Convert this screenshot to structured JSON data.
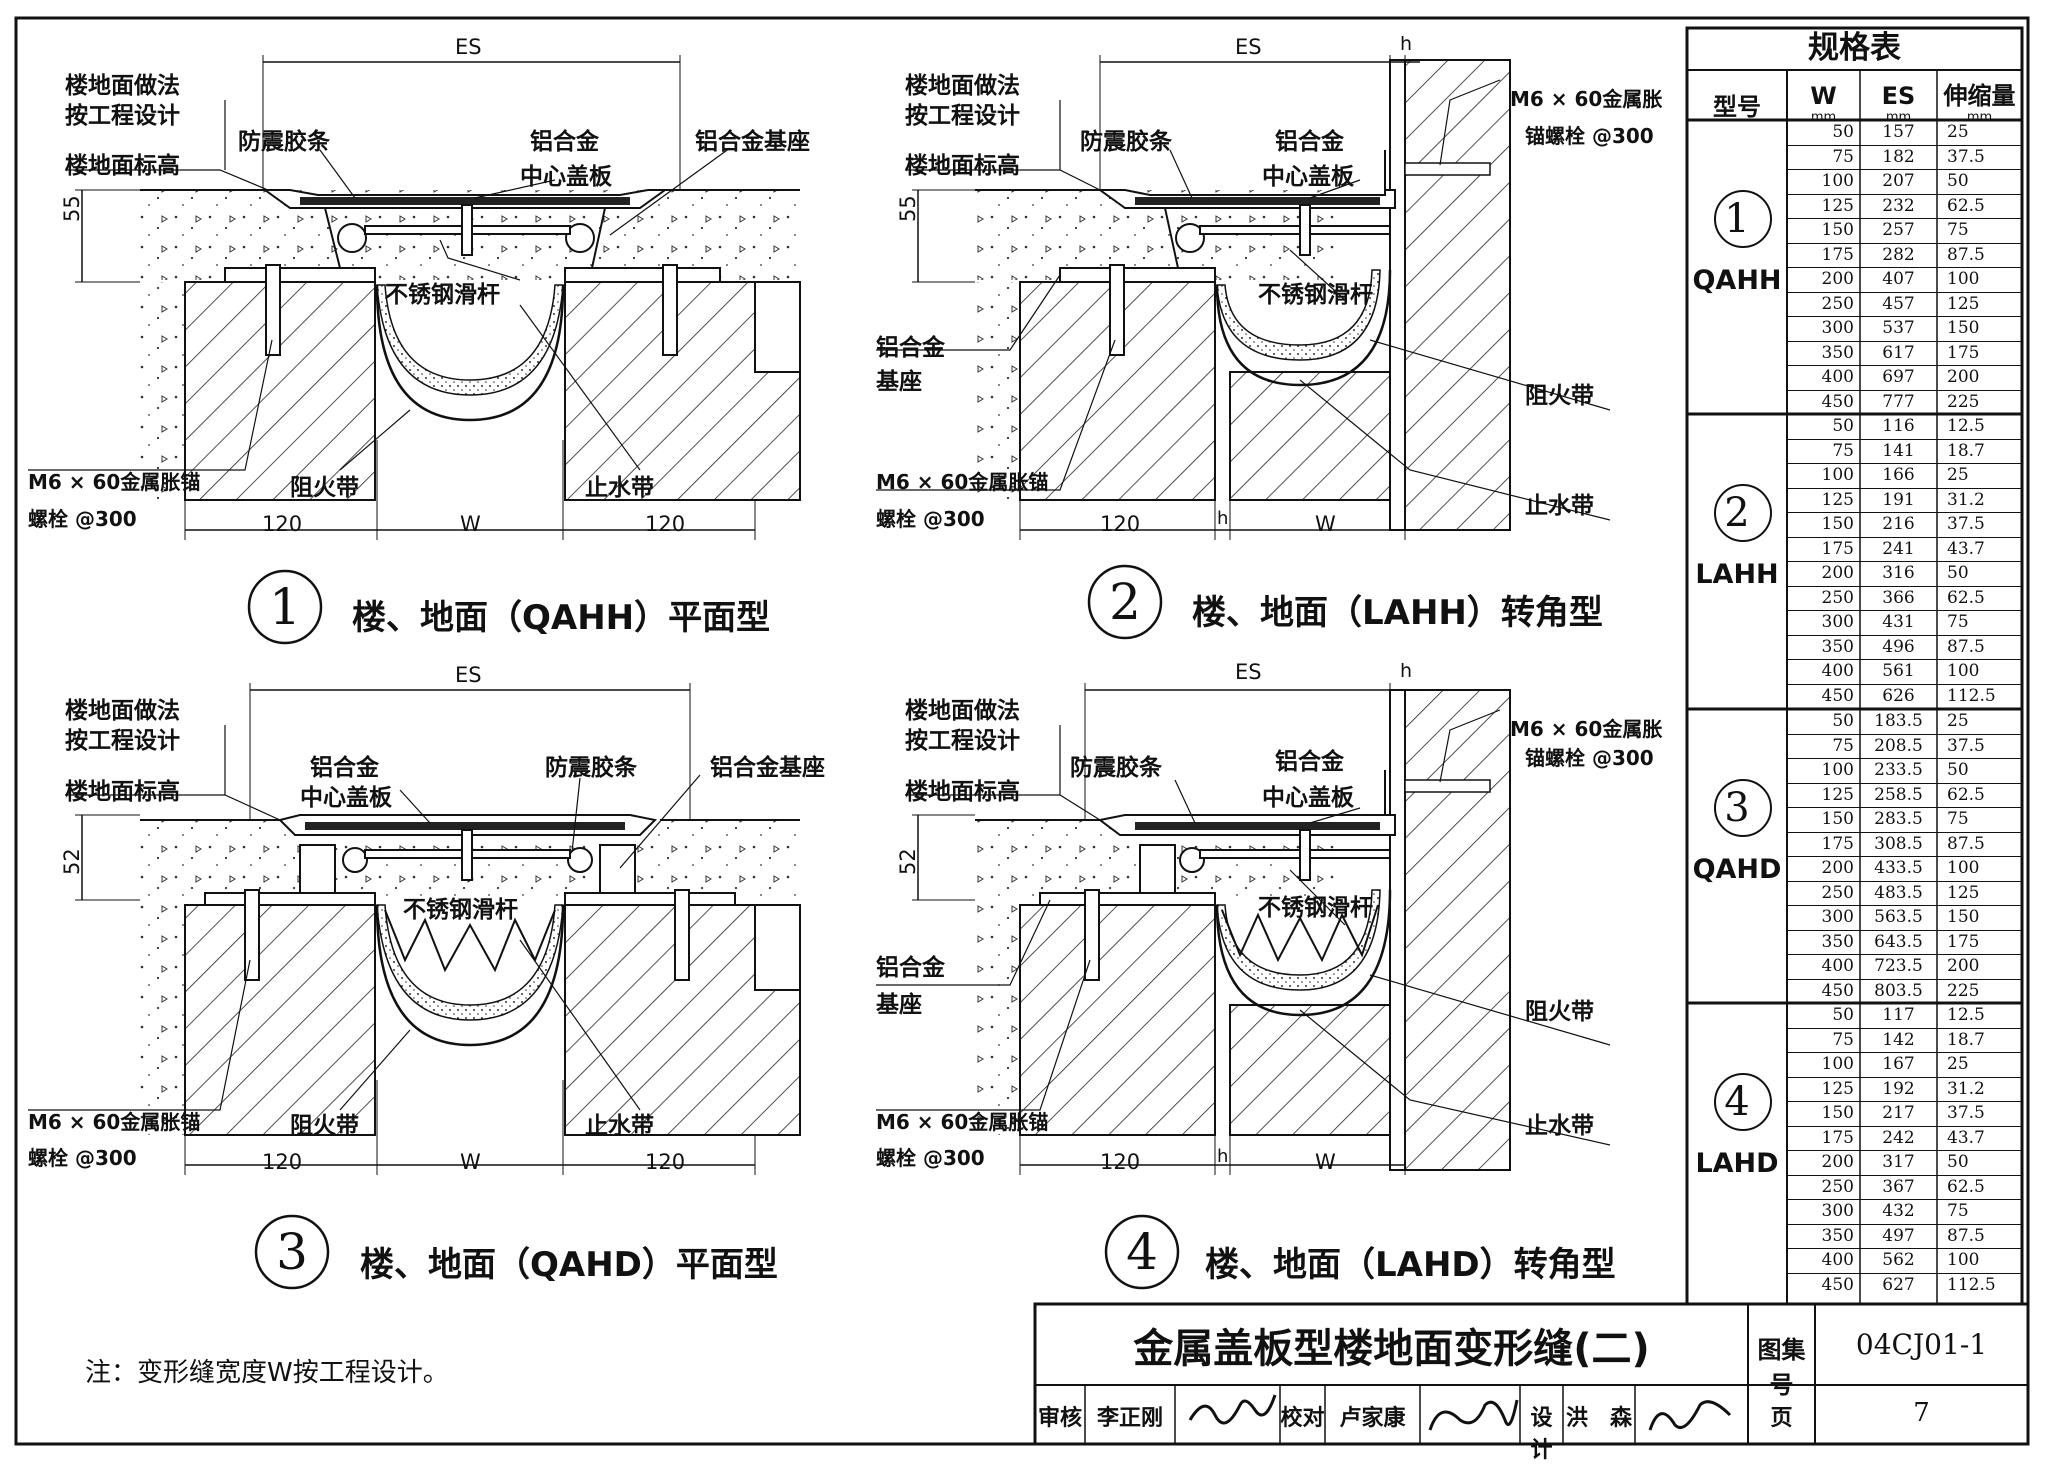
{
  "details": [
    {
      "number": "1",
      "title": "楼、地面（QAHH）平面型",
      "label_es": "ES",
      "labels": [
        "楼地面做法",
        "按工程设计",
        "楼地面标高",
        "防震胶条",
        "铝合金",
        "中心盖板",
        "铝合金基座",
        "不锈钢滑杆",
        "M6 × 60金属胀锚",
        "螺栓 @300",
        "阻火带",
        "止水带"
      ],
      "dim_height": "55",
      "dims": [
        "120",
        "W",
        "120"
      ]
    },
    {
      "number": "2",
      "title": "楼、地面（LAHH）转角型",
      "label_es": "ES",
      "label_h": "h",
      "labels": [
        "楼地面做法",
        "按工程设计",
        "楼地面标高",
        "防震胶条",
        "铝合金",
        "中心盖板",
        "M6 × 60金属胀",
        "锚螺栓 @300",
        "不锈钢滑杆",
        "铝合金",
        "基座",
        "阻火带",
        "M6 × 60金属胀锚",
        "螺栓 @300",
        "止水带"
      ],
      "dim_height": "55",
      "dims": [
        "120",
        "h",
        "W"
      ]
    },
    {
      "number": "3",
      "title": "楼、地面（QAHD）平面型",
      "label_es": "ES",
      "labels": [
        "楼地面做法",
        "按工程设计",
        "楼地面标高",
        "铝合金",
        "中心盖板",
        "防震胶条",
        "铝合金基座",
        "不锈钢滑杆",
        "M6 × 60金属胀锚",
        "螺栓 @300",
        "阻火带",
        "止水带"
      ],
      "dim_height": "52",
      "dims": [
        "120",
        "W",
        "120"
      ]
    },
    {
      "number": "4",
      "title": "楼、地面（LAHD）转角型",
      "label_es": "ES",
      "label_h": "h",
      "labels": [
        "楼地面做法",
        "按工程设计",
        "楼地面标高",
        "防震胶条",
        "铝合金",
        "中心盖板",
        "M6 × 60金属胀",
        "锚螺栓 @300",
        "不锈钢滑杆",
        "铝合金",
        "基座",
        "阻火带",
        "M6 × 60金属胀锚",
        "螺栓 @300",
        "止水带"
      ],
      "dim_height": "52",
      "dims": [
        "120",
        "h",
        "W"
      ]
    }
  ],
  "note": "注：变形缝宽度W按工程设计。",
  "spec_table": {
    "title": "规格表",
    "headers": {
      "model": "型号",
      "w": "W",
      "es": "ES",
      "stretch": "伸缩量",
      "unit": "mm"
    },
    "groups": [
      {
        "num": "1",
        "code": "QAHH",
        "rows": [
          [
            "50",
            "157",
            "25"
          ],
          [
            "75",
            "182",
            "37.5"
          ],
          [
            "100",
            "207",
            "50"
          ],
          [
            "125",
            "232",
            "62.5"
          ],
          [
            "150",
            "257",
            "75"
          ],
          [
            "175",
            "282",
            "87.5"
          ],
          [
            "200",
            "407",
            "100"
          ],
          [
            "250",
            "457",
            "125"
          ],
          [
            "300",
            "537",
            "150"
          ],
          [
            "350",
            "617",
            "175"
          ],
          [
            "400",
            "697",
            "200"
          ],
          [
            "450",
            "777",
            "225"
          ]
        ]
      },
      {
        "num": "2",
        "code": "LAHH",
        "rows": [
          [
            "50",
            "116",
            "12.5"
          ],
          [
            "75",
            "141",
            "18.7"
          ],
          [
            "100",
            "166",
            "25"
          ],
          [
            "125",
            "191",
            "31.2"
          ],
          [
            "150",
            "216",
            "37.5"
          ],
          [
            "175",
            "241",
            "43.7"
          ],
          [
            "200",
            "316",
            "50"
          ],
          [
            "250",
            "366",
            "62.5"
          ],
          [
            "300",
            "431",
            "75"
          ],
          [
            "350",
            "496",
            "87.5"
          ],
          [
            "400",
            "561",
            "100"
          ],
          [
            "450",
            "626",
            "112.5"
          ]
        ]
      },
      {
        "num": "3",
        "code": "QAHD",
        "rows": [
          [
            "50",
            "183.5",
            "25"
          ],
          [
            "75",
            "208.5",
            "37.5"
          ],
          [
            "100",
            "233.5",
            "50"
          ],
          [
            "125",
            "258.5",
            "62.5"
          ],
          [
            "150",
            "283.5",
            "75"
          ],
          [
            "175",
            "308.5",
            "87.5"
          ],
          [
            "200",
            "433.5",
            "100"
          ],
          [
            "250",
            "483.5",
            "125"
          ],
          [
            "300",
            "563.5",
            "150"
          ],
          [
            "350",
            "643.5",
            "175"
          ],
          [
            "400",
            "723.5",
            "200"
          ],
          [
            "450",
            "803.5",
            "225"
          ]
        ]
      },
      {
        "num": "4",
        "code": "LAHD",
        "rows": [
          [
            "50",
            "117",
            "12.5"
          ],
          [
            "75",
            "142",
            "18.7"
          ],
          [
            "100",
            "167",
            "25"
          ],
          [
            "125",
            "192",
            "31.2"
          ],
          [
            "150",
            "217",
            "37.5"
          ],
          [
            "175",
            "242",
            "43.7"
          ],
          [
            "200",
            "317",
            "50"
          ],
          [
            "250",
            "367",
            "62.5"
          ],
          [
            "300",
            "432",
            "75"
          ],
          [
            "350",
            "497",
            "87.5"
          ],
          [
            "400",
            "562",
            "100"
          ],
          [
            "450",
            "627",
            "112.5"
          ]
        ]
      }
    ]
  },
  "title_block": {
    "main_title": "金属盖板型楼地面变形缝(二)",
    "atlas_label": "图集号",
    "atlas_no": "04CJ01-1",
    "review_label": "审核",
    "reviewer": "李正刚",
    "check_label": "校对",
    "checker": "卢家康",
    "design_label": "设计",
    "designer": "洪　森",
    "page_label": "页",
    "page_no": "7"
  }
}
